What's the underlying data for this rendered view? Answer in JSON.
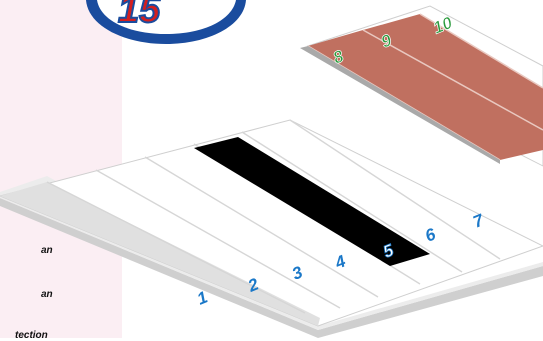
{
  "badge": {
    "text": "15"
  },
  "side_text": [
    "an",
    "an",
    "tection"
  ],
  "lanes": {
    "front_lanes": [
      "1",
      "2",
      "3",
      "4",
      "5",
      "6",
      "7"
    ],
    "back_lanes": [
      "8",
      "9",
      "10"
    ],
    "highlighted_lane": "5",
    "colors": {
      "front_number": "#1b78c8",
      "back_number": "#2a9a3c",
      "highlight": "#000000",
      "back_fill": "#c07060",
      "surface": "#ffffff",
      "edge": "#dedede"
    }
  }
}
